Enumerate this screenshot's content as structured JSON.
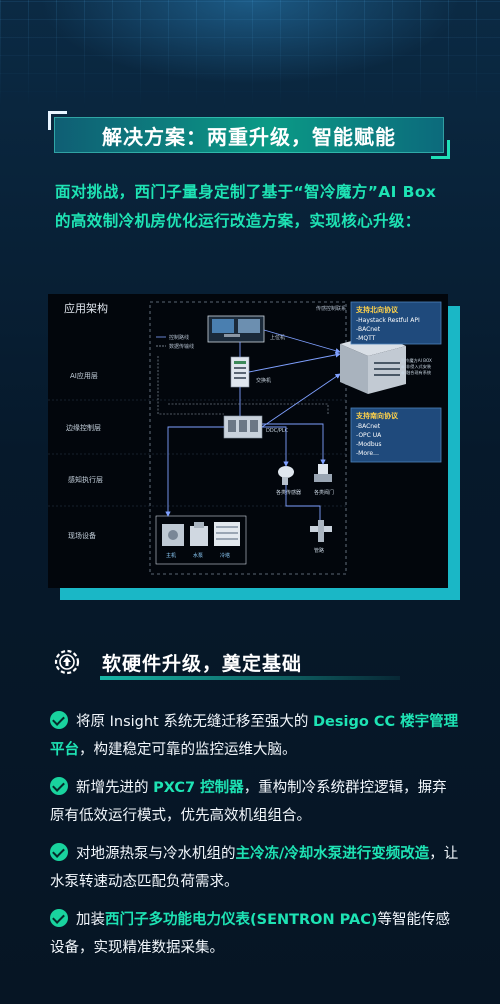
{
  "section1": {
    "title": "解决方案：两重升级，智能赋能",
    "intro": "面对挑战，西门子量身定制了基于“智冷魔方”AI Box 的高效制冷机房优化运行改造方案，实现核心升级："
  },
  "diagram": {
    "title": "应用架构",
    "layers": [
      "AI应用层",
      "边缘控制层",
      "感知执行层",
      "现场设备"
    ],
    "legend": [
      "控制路线",
      "数据传输线"
    ],
    "top_label": "传感控制联系",
    "node_labels": {
      "upper": "上位机",
      "switch": "交换机",
      "ddc": "DDC/PLC",
      "sensor": "各类传感器",
      "valve": "各类阀门",
      "host": "主机",
      "pump": "水泵",
      "tower": "冷塔",
      "pipe": "管路"
    },
    "north": {
      "title": "支持北向协议",
      "items": [
        "-Haystack Restful API",
        "-BACnet",
        "-MQTT"
      ]
    },
    "south": {
      "title": "支持南向协议",
      "items": [
        "-BACnet",
        "-OPC UA",
        "-Modbus",
        "-More…"
      ]
    },
    "aibox_notes": [
      "智冷魔方AI BOX",
      "● 非侵入式安装",
      "● 融合现有系统"
    ]
  },
  "section2": {
    "title": "软硬件升级，奠定基础",
    "items": [
      {
        "pre": "将原 Insight 系统无缝迁移至强大的 ",
        "hl": "Desigo CC 楼宇管理平台",
        "post": "，构建稳定可靠的监控运维大脑。"
      },
      {
        "pre": "新增先进的 ",
        "hl": "PXC7 控制器",
        "post": "，重构制冷系统群控逻辑，摒弃原有低效运行模式，优先高效机组组合。"
      },
      {
        "pre": "对地源热泵与冷水机组的",
        "hl": "主冷冻/冷却水泵进行变频改造",
        "post": "，让水泵转速动态匹配负荷需求。"
      },
      {
        "pre": "加装",
        "hl": "西门子多功能电力仪表(SENTRON PAC)",
        "post": "等智能传感设备，实现精准数据采集。"
      }
    ]
  },
  "colors": {
    "accent": "#1ee3b4",
    "background": "#071a2a",
    "banner": "#0b9a86",
    "diagram_frame": "#1ab7c6"
  },
  "icons": {
    "check": "check-circle-icon",
    "section2": "gear-upgrade-icon"
  }
}
